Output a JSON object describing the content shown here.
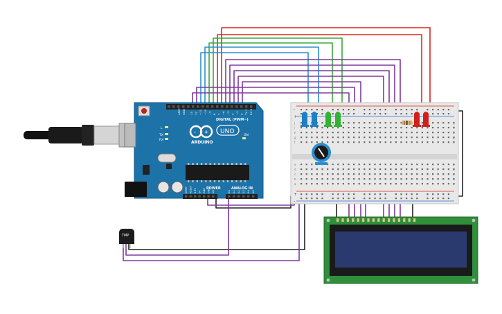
{
  "arduino": {
    "brand": "ARDUINO",
    "model": "UNO",
    "digital_label": "DIGITAL (PWM~)",
    "power_label": "POWER",
    "analog_label": "ANALOG IN",
    "tx_label": "TX",
    "rx_label": "RX",
    "l_label": "L",
    "on_label": "ON",
    "aref_label": "AREF",
    "gnd_label": "GND",
    "digital_pins": [
      "13",
      "12",
      "~11",
      "~10",
      "~9",
      "8",
      "7",
      "~6",
      "~5",
      "4",
      "~3",
      "2",
      "TX 1",
      "RX 0"
    ],
    "power_pins": [
      "IOREF",
      "RESET",
      "3.3V",
      "5V",
      "GND",
      "GND",
      "Vin"
    ],
    "analog_pins": [
      "A0",
      "A1",
      "A2",
      "A3",
      "A4",
      "A5"
    ]
  },
  "sensor": {
    "label": "TMP"
  },
  "breadboard": {
    "plus": "+",
    "minus": "-",
    "row_letters_top": [
      "j",
      "i",
      "h",
      "g",
      "f"
    ],
    "row_letters_bottom": [
      "e",
      "d",
      "c",
      "b",
      "a"
    ]
  },
  "colors": {
    "board": "#1d73a8",
    "wire_red": "#e0261b",
    "wire_green": "#3aa83a",
    "wire_blue": "#2b8fcf",
    "wire_purple": "#7d3a9e",
    "wire_black": "#222222",
    "led_red": "#d1201b",
    "led_green": "#33b233",
    "led_blue": "#1e7fc3",
    "lcd_pcb": "#2f8f3a",
    "lcd_screen": "#2a3a6e"
  }
}
